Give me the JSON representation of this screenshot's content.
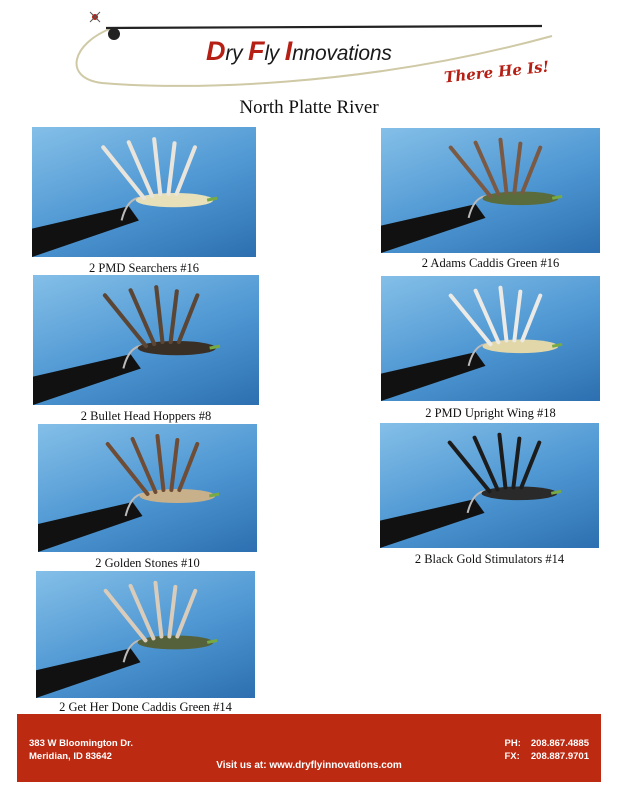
{
  "header": {
    "brand_initials": [
      "D",
      "F",
      "I"
    ],
    "brand_rest": [
      "ry ",
      "ly ",
      "nnovations"
    ],
    "tagline": "There He Is!"
  },
  "page_title": "North Platte River",
  "flies": [
    {
      "caption": "2 PMD Searchers #16",
      "body_color": "#e8e0b8",
      "wing_color": "#e9e4dc"
    },
    {
      "caption": "2 Adams Caddis Green #16",
      "body_color": "#5a6b3c",
      "wing_color": "#7a5a44"
    },
    {
      "caption": "2 Bullet Head Hoppers #8",
      "body_color": "#3a2f24",
      "wing_color": "#5b4636"
    },
    {
      "caption": "2 PMD Upright Wing #18",
      "body_color": "#e2d7a8",
      "wing_color": "#eceae6"
    },
    {
      "caption": "2 Golden Stones #10",
      "body_color": "#c7b08a",
      "wing_color": "#6e4c35"
    },
    {
      "caption": "2 Black Gold Stimulators #14",
      "body_color": "#2a2a2a",
      "wing_color": "#1c1c1c"
    },
    {
      "caption": "2 Get Her Done Caddis Green #14",
      "body_color": "#55613a",
      "wing_color": "#d9ccbb"
    }
  ],
  "footer": {
    "address_line1": "383 W Bloomington Dr.",
    "address_line2": "Meridian, ID 83642",
    "phone_label": "PH:",
    "phone": "208.867.4885",
    "fax_label": "FX:",
    "fax": "208.887.9701",
    "website": "Visit us at: www.dryflyinnovations.com",
    "background_color": "#bd2a12"
  }
}
